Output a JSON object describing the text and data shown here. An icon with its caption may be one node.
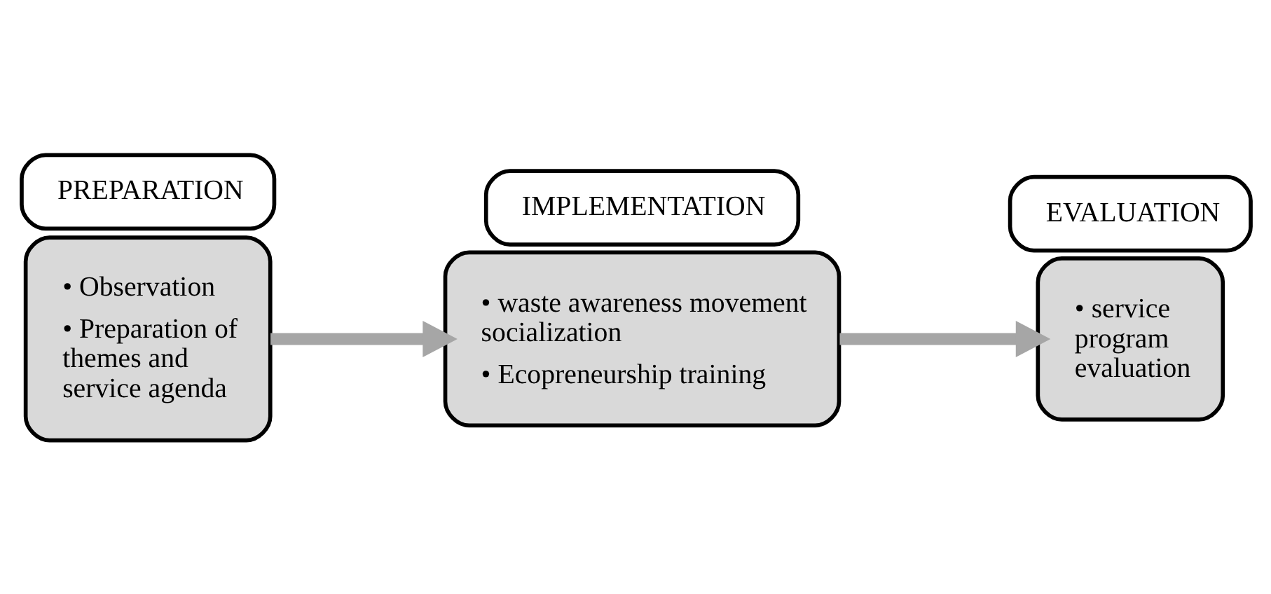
{
  "diagram": {
    "nodes": [
      {
        "text": [
          "• Observation",
          "• Preparation of themes and service agenda"
        ]
      },
      {
        "text": [
          "PREPARATION"
        ]
      },
      {
        "text": [
          "• waste awareness movement socialization",
          "• Ecopreneurship training"
        ]
      },
      {
        "text": [
          "IMPLEMENTATION"
        ]
      },
      {
        "text": [
          "• service program evaluation"
        ]
      },
      {
        "text": [
          "EVALUATION"
        ]
      }
    ],
    "edges": [
      {
        "from": 0,
        "to": 2,
        "arrow": "to"
      },
      {
        "from": 2,
        "to": 4,
        "arrow": "to"
      }
    ]
  }
}
